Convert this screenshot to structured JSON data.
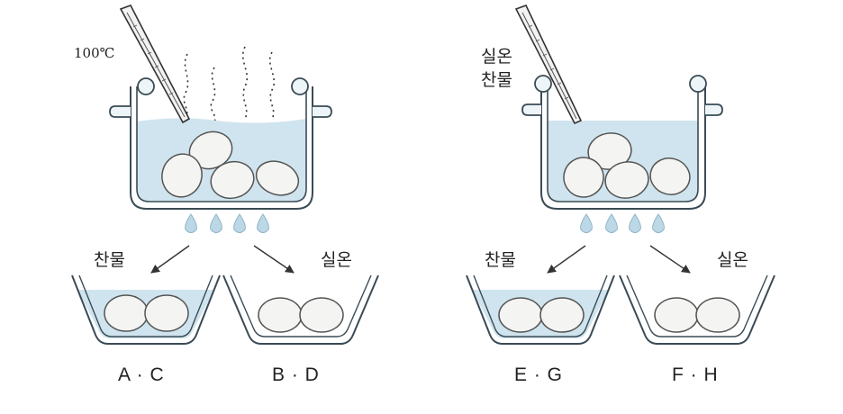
{
  "left_setup": {
    "temperature_label": "100℃",
    "branch_left_label": "찬물",
    "branch_right_label": "실온",
    "group_left": "A · C",
    "group_right": "B · D"
  },
  "right_setup": {
    "water_label_line1": "실온",
    "water_label_line2": "찬물",
    "branch_left_label": "찬물",
    "branch_right_label": "실온",
    "group_left": "E · G",
    "group_right": "F · H"
  },
  "colors": {
    "water": "#cfe4ee",
    "pot_outline": "#3a4b55",
    "pot_fill": "#ffffff",
    "egg_fill": "#f4f4f2",
    "egg_outline": "#555555",
    "drop": "#bcd8e6"
  }
}
